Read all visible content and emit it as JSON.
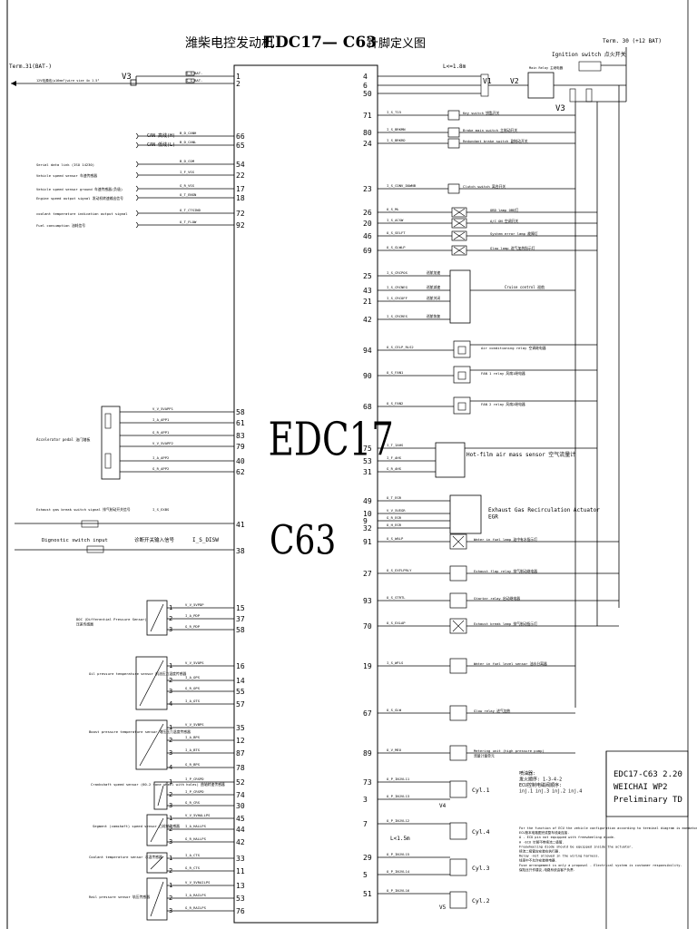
{
  "title": {
    "left": "潍柴电控发动机",
    "model": "EDC17— C63",
    "right": "针脚定义图"
  },
  "ecu": {
    "line1": "EDC17",
    "line2": "C63"
  },
  "top_labels": {
    "term31": "Term.31(BAT-)",
    "term30": "Term. 30 (+12 BAT)",
    "ign": "Ignition switch 点火开关",
    "v3_left": "V3",
    "v3_right": "V3",
    "wire_note": "12V电源线(≥16mm²)wire size 4x 1.5²",
    "length": "L<=1.8m",
    "main_relay": "Main Relay\n主继电器",
    "v1": "V1",
    "v2": "V2"
  },
  "left_pins": [
    {
      "pin": "1",
      "sig": "G_G_BAT-",
      "label": ""
    },
    {
      "pin": "2",
      "sig": "G_G_BAT-",
      "label": ""
    },
    {
      "pin": "66",
      "sig": "B_D_CANH",
      "label": "CAN 高线(H)"
    },
    {
      "pin": "65",
      "sig": "B_D_CANL",
      "label": "CAN 低线(L)"
    },
    {
      "pin": "54",
      "sig": "B_D_COM",
      "label": "Serial data link (ISO 14230)"
    },
    {
      "pin": "22",
      "sig": "I_F_VSS",
      "label": "Vehicle speed sensor 车速传感器"
    },
    {
      "pin": "17",
      "sig": "G_R_VSS",
      "label": "Vehicle speed sensor ground 车速传感器(负极)"
    },
    {
      "pin": "18",
      "sig": "O_T_ENGN",
      "label": "Engine speed output signal 发动机转速输出信号"
    },
    {
      "pin": "72",
      "sig": "O_T_CTSIND",
      "label": "coolant temperature indication output signal"
    },
    {
      "pin": "92",
      "sig": "O_T_FLOW",
      "label": "Fuel consumption 油耗信号"
    }
  ],
  "accel": {
    "label": "Accelerator pedal 油门踏板",
    "pins": [
      {
        "pin": "58",
        "sig": "V_V_5VAPP1"
      },
      {
        "pin": "61",
        "sig": "I_A_APP1"
      },
      {
        "pin": "83",
        "sig": "G_R_APP1"
      },
      {
        "pin": "79",
        "sig": "V_V_5VAPP2"
      },
      {
        "pin": "40",
        "sig": "I_A_APP2"
      },
      {
        "pin": "62",
        "sig": "G_R_APP2"
      }
    ]
  },
  "exhaust_brake": {
    "pin": "41",
    "label": "Exhaust gas break switch signal 排气制动开关信号",
    "sig": "I_S_EXBS"
  },
  "diag": {
    "pin": "38",
    "label": "Dignostic switch input",
    "label_cn": "诊断开关输入信号",
    "sig": "I_S_DISW"
  },
  "dp_sensor": {
    "label": "DOC (Differential Pressure Sensor)\n压差传感器",
    "pins": [
      {
        "pin": "15",
        "sig": "V_V_5VPDP"
      },
      {
        "pin": "37",
        "sig": "I_A_PDP"
      },
      {
        "pin": "58",
        "sig": "G_R_PDP"
      }
    ]
  },
  "oil_sensor": {
    "label": "Oil pressure temperature sensor 机油压力温度传感器",
    "pins": [
      {
        "pin": "16",
        "sig": "V_V_5VOPS"
      },
      {
        "pin": "14",
        "sig": "I_A_OPS"
      },
      {
        "pin": "55",
        "sig": "G_R_OPS"
      },
      {
        "pin": "57",
        "sig": "I_A_OTS"
      }
    ]
  },
  "boost_sensor": {
    "label": "Boost pressure temperature sensor 增压压力温度传感器",
    "pins": [
      {
        "pin": "35",
        "sig": "V_V_5VBPS"
      },
      {
        "pin": "12",
        "sig": "I_A_BPS"
      },
      {
        "pin": "87",
        "sig": "I_A_BTS"
      },
      {
        "pin": "78",
        "sig": "G_R_BPS"
      }
    ]
  },
  "crank_sensor": {
    "label": "Crankshaft speed sensor (60-2 tone wheel with holes) 曲轴转速传感器",
    "pins": [
      {
        "pin": "52",
        "sig": "I_P_CRSPD"
      },
      {
        "pin": "74",
        "sig": "I_P_CRSPD"
      },
      {
        "pin": "30",
        "sig": "G_R_CRS"
      }
    ]
  },
  "cam_sensor": {
    "label": "Segment (camshaft) speed sensor 凸轮轴传感器",
    "pins": [
      {
        "pin": "45",
        "sig": "V_V_5VHALLPS"
      },
      {
        "pin": "44",
        "sig": "I_A_HALLPS"
      },
      {
        "pin": "42",
        "sig": "G_R_HALLPS"
      }
    ]
  },
  "coolant_sensor": {
    "label": "Coolant temperature sensor 水温传感器",
    "pins": [
      {
        "pin": "33",
        "sig": "I_A_CTS"
      },
      {
        "pin": "11",
        "sig": "G_R_CTS"
      }
    ]
  },
  "rail_sensor": {
    "label": "Rail pressure sensor 轨压传感器",
    "pins": [
      {
        "pin": "13",
        "sig": "V_V_5VRAILPS"
      },
      {
        "pin": "53",
        "sig": "I_A_RAILPS"
      },
      {
        "pin": "76",
        "sig": "G_R_RAILPS"
      }
    ]
  },
  "right_pins": [
    {
      "pin": "4",
      "sig": "V_V_BAT+1"
    },
    {
      "pin": "6",
      "sig": "V_V_BAT+2"
    },
    {
      "pin": "50",
      "sig": "V_V_BAT+3"
    },
    {
      "pin": "71",
      "sig": "I_S_T15",
      "label": "Key switch  钥匙开关"
    },
    {
      "pin": "80",
      "sig": "I_S_BRKMN",
      "label": "Brake main switch 主制动开关"
    },
    {
      "pin": "24",
      "sig": "I_S_BRKRD",
      "label": "Redundant brake switch 副制动开关"
    },
    {
      "pin": "23",
      "sig": "I_S_CONV_DOWNB",
      "label": "Clutch switch  离合开关"
    },
    {
      "pin": "26",
      "sig": "O_S_ML",
      "label": "OBD lamp  OBD灯"
    },
    {
      "pin": "20",
      "sig": "I_S_ACSW",
      "label": "A/C ON  空调开关"
    },
    {
      "pin": "46",
      "sig": "O_S_SELFT",
      "label": "System error lamp  故障灯"
    },
    {
      "pin": "69",
      "sig": "O_S_GLWLP",
      "label": "Glow lamp  进气加热指示灯"
    }
  ],
  "cruise": {
    "label": "Cruise control  巡航",
    "pins": [
      {
        "pin": "25",
        "sig": "I_S_CRCPOS",
        "label": "巡航加速"
      },
      {
        "pin": "43",
        "sig": "I_S_CRCNEG",
        "label": "巡航减速"
      },
      {
        "pin": "21",
        "sig": "I_S_CRCOFF",
        "label": "巡航关闭"
      },
      {
        "pin": "42",
        "sig": "I_S_CRCRES",
        "label": "巡航恢复"
      }
    ]
  },
  "relays": [
    {
      "pin": "94",
      "sig": "O_S_CELP_RLS2",
      "label": "Air conditioning relay 空调继电器"
    },
    {
      "pin": "90",
      "sig": "O_S_FAN1",
      "label": "FAN 1  relay 风扇1继电器"
    },
    {
      "pin": "68",
      "sig": "O_S_FAN2",
      "label": "FAN 2  relay 风扇2继电器"
    }
  ],
  "hfm": {
    "label": "Hot-film air mass sensor  空气流量计",
    "pins": [
      {
        "pin": "75",
        "sig": "I_T_IAHS"
      },
      {
        "pin": "53",
        "sig": "I_F_AHS"
      },
      {
        "pin": "31",
        "sig": "G_R_AHS"
      }
    ]
  },
  "egr": {
    "label": "Exhaust Gas Recirculation Actuator\nEGR",
    "pins": [
      {
        "pin": "49",
        "sig": "O_T_EGR"
      },
      {
        "pin": "10",
        "sig": "V_V_5VEGR"
      },
      {
        "pin": "9",
        "sig": "G_R_EGR"
      },
      {
        "pin": "32",
        "sig": "O_H_EGR"
      }
    ]
  },
  "right_misc": [
    {
      "pin": "91",
      "sig": "O_S_WALP",
      "label": "Water in fuel lamp  油中有水指示灯"
    },
    {
      "pin": "27",
      "sig": "O_S_EXFLPRLY",
      "label": "Exhaust flap relay  排气制动继电器"
    },
    {
      "pin": "93",
      "sig": "O_S_STRTL",
      "label": "Starter relay  启动继电器"
    },
    {
      "pin": "70",
      "sig": "O_S_EXLAP",
      "label": "Exhaust break lamp 排气制动指示灯"
    },
    {
      "pin": "19",
      "sig": "I_S_WFLS",
      "label": "Water in fuel level sensor 油水分离器"
    },
    {
      "pin": "67",
      "sig": "O_S_GLW",
      "label": "Glow relay 进气加热"
    },
    {
      "pin": "89",
      "sig": "O_V_MEU",
      "label": "Metering unit (high pressure pump)\n流量计量单元"
    }
  ],
  "injectors": {
    "cyls": [
      "Cyl.1",
      "Cyl.4",
      "Cyl.3",
      "Cyl.2"
    ],
    "v4": "V4",
    "v5": "V5",
    "length": "L<1.5m",
    "pins": [
      {
        "pin": "73",
        "sig": "O_P_INJVL11"
      },
      {
        "pin": "3",
        "sig": "O_P_INJVL13"
      },
      {
        "pin": "7",
        "sig": "O_P_INJVL12"
      },
      {
        "pin": "29",
        "sig": "O_P_INJVL15"
      },
      {
        "pin": "5",
        "sig": "O_P_INJVL14"
      },
      {
        "pin": "51",
        "sig": "O_P_INJVL16"
      }
    ],
    "firing": "喷油器:\n发火顺序: 1-3-4-2\nECU控制电磁阀顺序:\ninj.1  inj.3  inj.2  inj.4"
  },
  "info_box": {
    "line1": "EDC17-C63   2.20",
    "line2": "WEICHAI   WP2",
    "line3": "Preliminary  TD"
  },
  "notes": "For the function of ECU the vehicle configuration according to terminal diagram is mandatory.\nECU按本电路图完成整车线束连接.\nA - ECU pin not equipped with freewheeling diode.\nA -ECU 针脚不带续流二极管.\nFreewheeling diode should be equipped inside the actuator.\n续流二极管应安装在执行器.\nRelay -not allowed in the wiring harness.\n线束中不允许安装继电器.\nFuse arrangement is only a proposal - Electrical system is customer responsibility.\n保险丝只作建议,电路系统由客户负责."
}
